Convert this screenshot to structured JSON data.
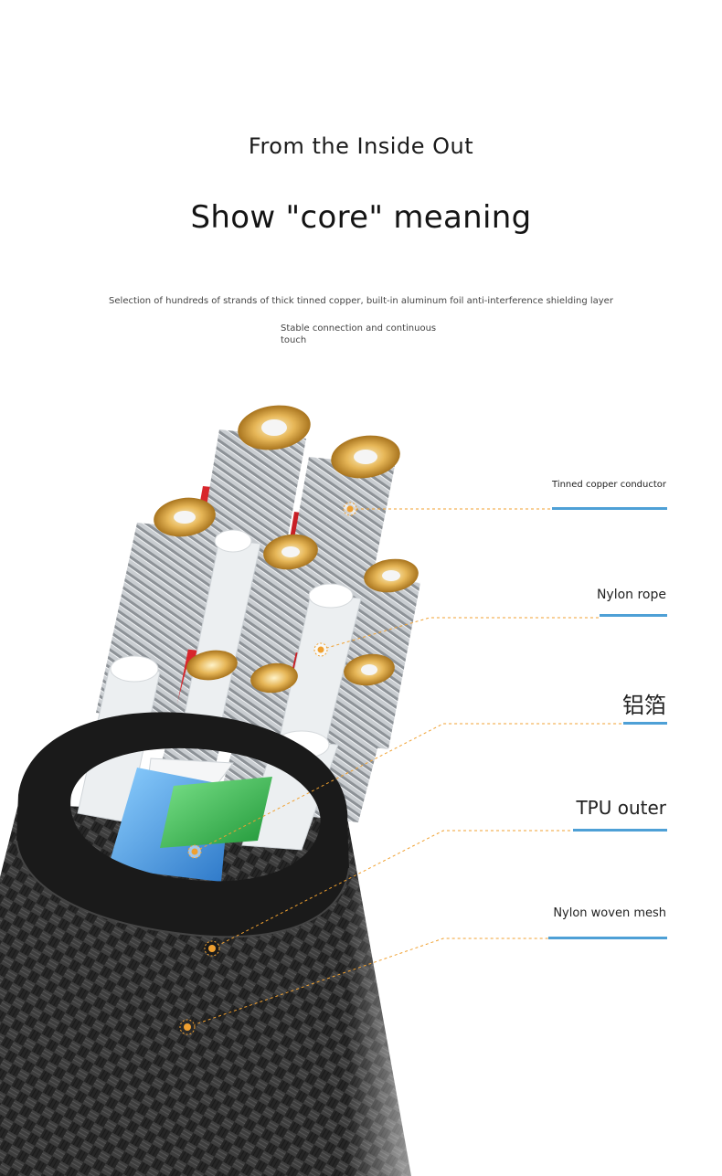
{
  "header": {
    "title": "From the Inside Out",
    "subtitle": "Show \"core\" meaning",
    "description": "Selection of hundreds of strands of thick tinned copper, built-in aluminum foil anti-interference shielding layer",
    "tagline": "Stable connection and continuous touch"
  },
  "callouts": [
    {
      "label": "Tinned copper conductor"
    },
    {
      "label": "Nylon rope"
    },
    {
      "label": "铝箔"
    },
    {
      "label": "TPU outer"
    },
    {
      "label": "Nylon woven mesh"
    }
  ],
  "colors": {
    "accent_bar": "#4ea0d6",
    "leader_line": "#f0a030",
    "copper": "#d9a94a",
    "red_insulation": "#d8262c",
    "blue_core": "#4b9be0",
    "green_core": "#35b24a",
    "braid": "#2a2a2a"
  },
  "illustration": {
    "name": "cable-cross-section",
    "icons": [
      "callout-marker-icon"
    ]
  }
}
